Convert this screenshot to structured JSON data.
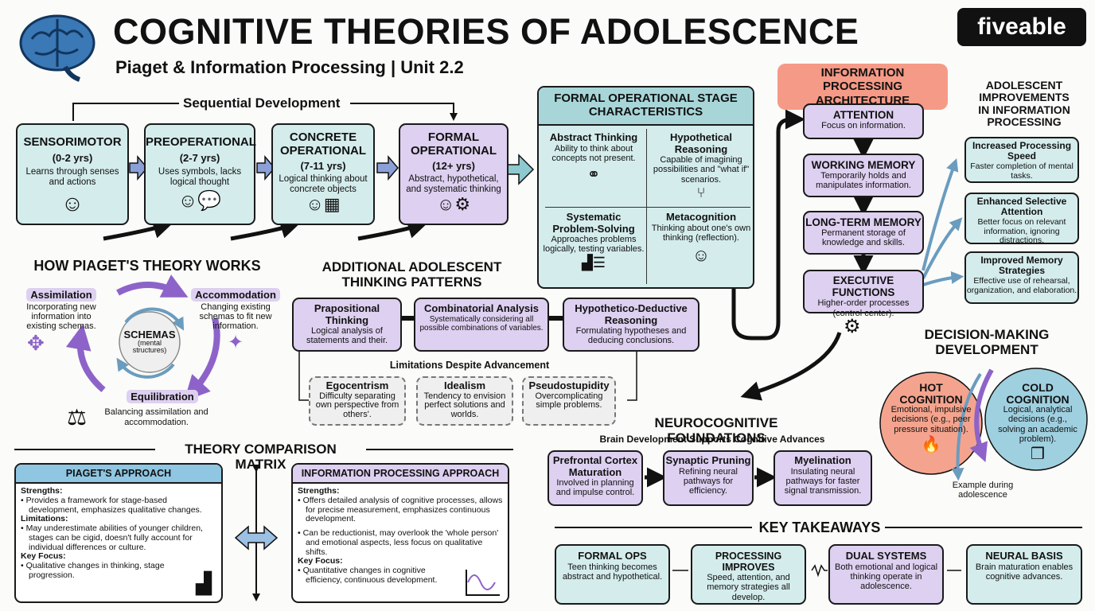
{
  "header": {
    "title": "COGNITIVE THEORIES OF ADOLESCENCE",
    "subtitle": "Piaget & Information Processing | Unit 2.2",
    "logo": "fiveable",
    "icon": "brain-icon"
  },
  "stages": {
    "heading": "Sequential Development",
    "items": [
      {
        "title": "SENSORIMOTOR",
        "age": "(0-2 yrs)",
        "desc": "Learns through senses and actions",
        "icon": "baby-icon"
      },
      {
        "title": "PREOPERATIONAL",
        "age": "(2-7 yrs)",
        "desc": "Uses symbols, lacks logical thought",
        "icon": "child-speech-icon"
      },
      {
        "title": "CONCRETE OPERATIONAL",
        "age": "(7-11 yrs)",
        "desc": "Logical thinking about concrete objects",
        "icon": "child-blocks-icon"
      },
      {
        "title": "FORMAL OPERATIONAL",
        "age": "(12+ yrs)",
        "desc": "Abstract, hypothetical, and systematic thinking",
        "icon": "head-gears-icon"
      }
    ]
  },
  "formal": {
    "heading": "FORMAL OPERATIONAL STAGE CHARACTERISTICS",
    "cells": [
      {
        "title": "Abstract Thinking",
        "desc": "Ability to think about concepts not present.",
        "icon": "network-icon"
      },
      {
        "title": "Hypothetical Reasoning",
        "desc": "Capable of imagining possibilities and \"what if\" scenarios.",
        "icon": "branch-icon"
      },
      {
        "title": "Systematic Problem-Solving",
        "desc": "Approaches problems logically, testing variables.",
        "icon": "stairs-ladder-icon"
      },
      {
        "title": "Metacognition",
        "desc": "Thinking about one's own thinking (reflection).",
        "icon": "head-thought-icon"
      }
    ]
  },
  "piaget": {
    "heading": "HOW PIAGET'S THEORY WORKS",
    "center": "SCHEMAS",
    "center_sub": "(mental structures)",
    "assimilation": {
      "label": "Assimilation",
      "desc": "Incorporating new information into existing schemas."
    },
    "accommodation": {
      "label": "Accommodation",
      "desc": "Changing existing schemas to fit new information."
    },
    "equilibration": {
      "label": "Equilibration",
      "desc": "Balancing assimilation and accommodation."
    }
  },
  "patterns": {
    "heading": "ADDITIONAL ADOLESCENT THINKING PATTERNS",
    "items": [
      {
        "title": "Prapositional Thinking",
        "desc": "Logical analysis of statements and their."
      },
      {
        "title": "Combinatorial Analysis",
        "desc": "Systematically considering all possible combinations of variables."
      },
      {
        "title": "Hypothetico-Deductive Reasoning",
        "desc": "Formulating hypotheses and deducing conclusions."
      }
    ],
    "limits_heading": "Limitations Despite Advancement",
    "limits": [
      {
        "title": "Egocentrism",
        "desc": "Difficulty separating own perspective from others'."
      },
      {
        "title": "Idealism",
        "desc": "Tendency to envision perfect solutions and worlds."
      },
      {
        "title": "Pseudostupidity",
        "desc": "Overcomplicating simple problems."
      }
    ]
  },
  "ip": {
    "heading": "INFORMATION PROCESSING ARCHITECTURE",
    "items": [
      {
        "title": "ATTENTION",
        "desc": "Focus on information."
      },
      {
        "title": "WORKING MEMORY",
        "desc": "Temporarily holds and manipulates information."
      },
      {
        "title": "LONG-TERM MEMORY",
        "desc": "Permanent storage of knowledge and skills."
      },
      {
        "title": "EXECUTIVE FUNCTIONS",
        "desc": "Higher-order processes (control center)."
      }
    ]
  },
  "improve": {
    "heading": "ADOLESCENT IMPROVEMENTS IN INFORMATION PROCESSING",
    "items": [
      {
        "title": "Increased Processing Speed",
        "desc": "Faster completion of mental tasks."
      },
      {
        "title": "Enhanced Selective Attention",
        "desc": "Better focus on relevant information, ignoring distractions."
      },
      {
        "title": "Improved Memory Strategies",
        "desc": "Effective use of rehearsal, organization, and elaboration."
      }
    ]
  },
  "decision": {
    "heading": "DECISION-MAKING DEVELOPMENT",
    "hot": {
      "title": "HOT COGNITION",
      "desc": "Emotional, impulsive decisions (e.g., peer pressure situation)."
    },
    "cold": {
      "title": "COLD COGNITION",
      "desc": "Logical, analytical decisions (e.g., solving an academic problem)."
    },
    "note": "Example during adolescence"
  },
  "neuro": {
    "heading": "NEUROCOGNITIVE FOUNDATIONS",
    "subheading": "Brain Development Supports Cognitive Advances",
    "items": [
      {
        "title": "Prefrontal Cortex Maturation",
        "desc": "Involved in planning and impulse control."
      },
      {
        "title": "Synaptic Pruning",
        "desc": "Refining neural pathways for efficiency."
      },
      {
        "title": "Myelination",
        "desc": "Insulating neural pathways for faster signal transmission."
      }
    ]
  },
  "matrix": {
    "heading": "THEORY COMPARISON MATRIX",
    "piaget": {
      "title": "PIAGET'S APPROACH",
      "strengths_label": "Strengths:",
      "strengths": [
        "Provides a framework for stage-based development, emphasizes qualitative changes."
      ],
      "limitations_label": "Limitations:",
      "limitations": [
        "May underestimate abilities of younger children, stages can be cigid, doesn't fully account for individual differences or culture."
      ],
      "focus_label": "Key Focus:",
      "focus": [
        "Qualitative changes in thinking, stage progression."
      ]
    },
    "ip": {
      "title": "INFORMATION PROCESSING APPROACH",
      "strengths_label": "Strengths:",
      "strengths": [
        "Offers detailed analysis of cognitive processes, allows for precise measurement, emphasizes continuous development.",
        "Can be reductionist, may overlook the 'whole person' and emotional aspects, less focus on qualitative shifts."
      ],
      "focus_label": "Key Focus:",
      "focus": [
        "Quantitative changes in cognitive efficiency, continuous development."
      ]
    }
  },
  "takeaways": {
    "heading": "KEY TAKEAWAYS",
    "items": [
      {
        "title": "FORMAL OPS",
        "desc": "Teen thinking becomes abstract and hypothetical."
      },
      {
        "title": "PROCESSING IMPROVES",
        "desc": "Speed, attention, and memory strategies all develop."
      },
      {
        "title": "DUAL SYSTEMS",
        "desc": "Both emotional and logical thinking operate in adolescence."
      },
      {
        "title": "NEURAL BASIS",
        "desc": "Brain maturation enables cognitive advances."
      }
    ]
  },
  "colors": {
    "teal": "#d4ecec",
    "purple": "#ddd0f0",
    "hot": "#f4a48e",
    "cold": "#9fd0e0",
    "header_blue": "#8fc6e2",
    "ip_header": "#f59a86"
  }
}
